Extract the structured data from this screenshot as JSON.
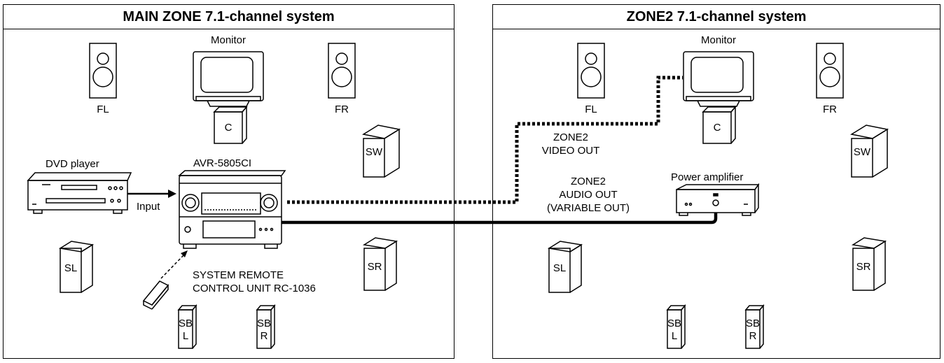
{
  "main_zone": {
    "title": "MAIN ZONE 7.1-channel system",
    "monitor": "Monitor",
    "fl": "FL",
    "fr": "FR",
    "c": "C",
    "sw": "SW",
    "sl": "SL",
    "sr": "SR",
    "sbl_1": "SB",
    "sbl_2": "L",
    "sbr_1": "SB",
    "sbr_2": "R",
    "dvd_player": "DVD player",
    "input": "Input",
    "receiver": "AVR-5805CI",
    "remote_line1": "SYSTEM REMOTE",
    "remote_line2": "CONTROL UNIT RC-1036"
  },
  "zone2": {
    "title": "ZONE2 7.1-channel system",
    "monitor": "Monitor",
    "fl": "FL",
    "fr": "FR",
    "c": "C",
    "sw": "SW",
    "sl": "SL",
    "sr": "SR",
    "sbl_1": "SB",
    "sbl_2": "L",
    "sbr_1": "SB",
    "sbr_2": "R",
    "video_out_1": "ZONE2",
    "video_out_2": "VIDEO OUT",
    "audio_out_1": "ZONE2",
    "audio_out_2": "AUDIO OUT",
    "audio_out_3": "(VARIABLE OUT)",
    "power_amp": "Power amplifier"
  }
}
